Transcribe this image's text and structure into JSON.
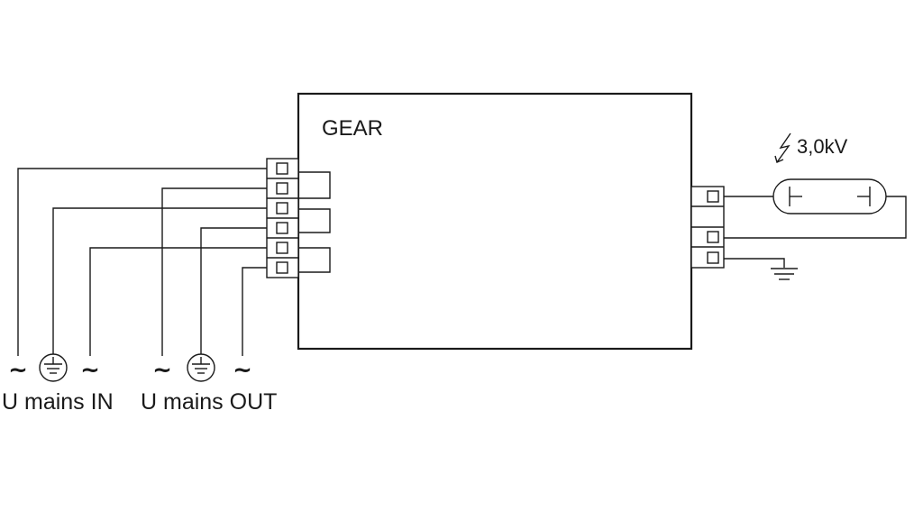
{
  "gear_label": "GEAR",
  "voltage_label": "3,0kV",
  "mains_in_label": "U mains IN",
  "mains_out_label": "U mains OUT",
  "tilde_symbol": "~",
  "colors": {
    "line": "#1a1a1a",
    "background": "#ffffff"
  },
  "icons": [
    "earth-ground-icon",
    "chassis-ground-icon",
    "lightning-bolt-icon",
    "lamp-icon",
    "terminal-icon"
  ]
}
